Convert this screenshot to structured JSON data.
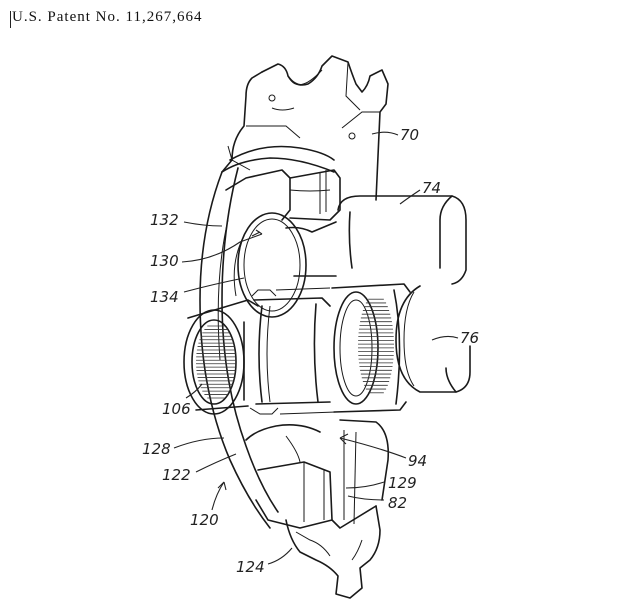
{
  "header": {
    "patent_number": "U.S. Patent No. 11,267,664"
  },
  "reference_numerals": {
    "r70": "70",
    "r74": "74",
    "r76": "76",
    "r132": "132",
    "r130": "130",
    "r134": "134",
    "r106": "106",
    "r128": "128",
    "r122": "122",
    "r120": "120",
    "r94": "94",
    "r129": "129",
    "r82": "82",
    "r124": "124"
  }
}
